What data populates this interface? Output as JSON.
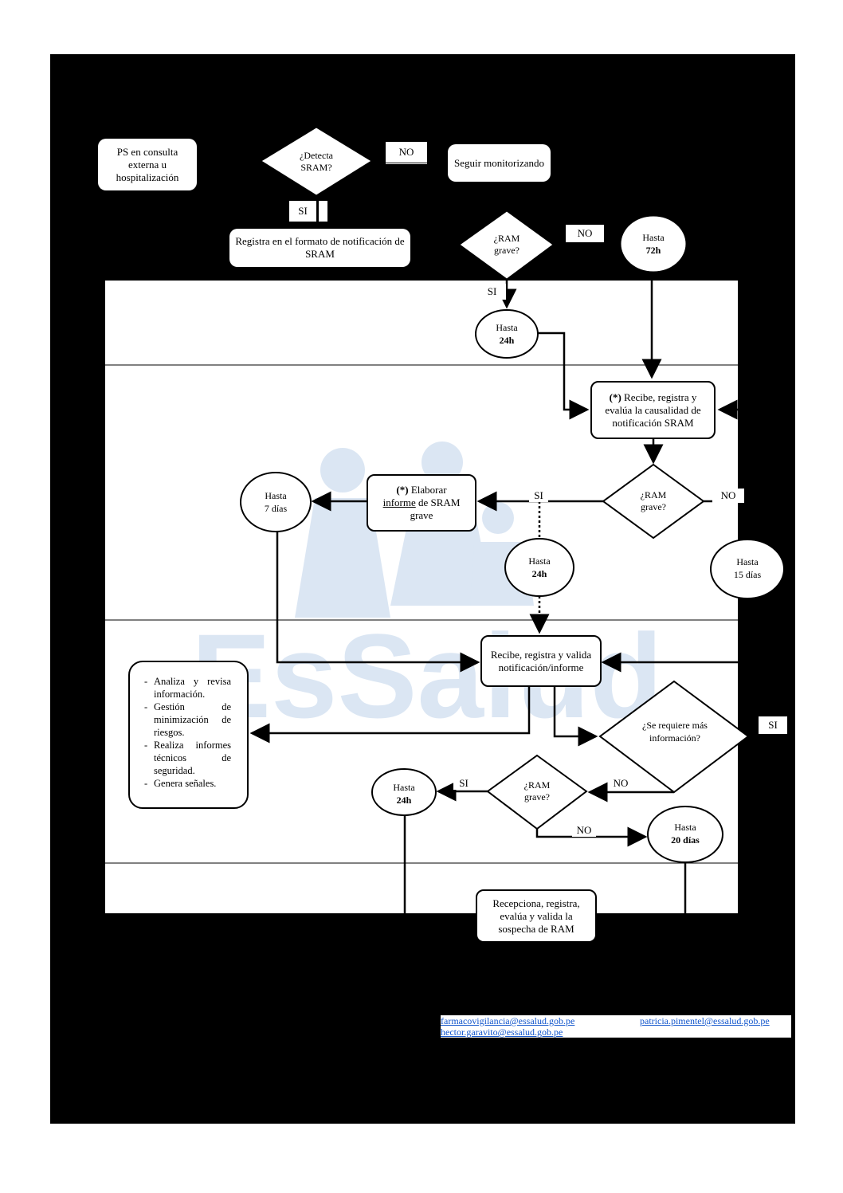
{
  "nodes": {
    "ps": "PS en consulta externa u hospitalización",
    "detecta": "¿Detecta SRAM?",
    "no1": "NO",
    "seguir": "Seguir monitorizando",
    "si1": "SI",
    "registra": "Registra en el formato de notificación de SRAM",
    "ramgrave1": "¿RAM grave?",
    "no2": "NO",
    "hasta72_a": "Hasta",
    "hasta72_b": "72h",
    "si2": "SI",
    "hasta24a_a": "Hasta",
    "hasta24a_b": "24h",
    "recibe_star": "(*)",
    "recibe": "Recibe, registra y evalúa la causalidad de notificación SRAM",
    "ramgrave2": "¿RAM grave?",
    "si3": "SI",
    "no3": "NO",
    "elaborar_star": "(*)",
    "elaborar_1": "Elaborar",
    "elaborar_2": "informe",
    "elaborar_3": "de SRAM grave",
    "hasta7_a": "Hasta",
    "hasta7_b": "7 días",
    "hasta24b_a": "Hasta",
    "hasta24b_b": "24h",
    "hasta15_a": "Hasta",
    "hasta15_b": "15 días",
    "recibe_valida": "Recibe, registra y valida notificación/informe",
    "analiza_items": [
      "Analiza y revisa información.",
      "Gestión de minimización de riesgos.",
      "Realiza informes técnicos de seguridad.",
      "Genera señales."
    ],
    "requiere": "¿Se requiere más información?",
    "si4": "SI",
    "ramgrave3": "¿RAM grave?",
    "si5": "SI",
    "no4": "NO",
    "no5": "NO",
    "hasta24c_a": "Hasta",
    "hasta24c_b": "24h",
    "hasta20_a": "Hasta",
    "hasta20_b": "20 días",
    "recepciona": "Recepciona, registra, evalúa y valida la sospecha de RAM"
  },
  "links": {
    "email1": "farmacovigilancia@essalud.gob.pe",
    "email2": "patricia.pimentel@essalud.gob.pe",
    "email3": "hector.garavito@essalud.gob.pe"
  },
  "colors": {
    "frame": "#000000",
    "link": "#1155cc",
    "watermark": "#7fa7d6"
  }
}
